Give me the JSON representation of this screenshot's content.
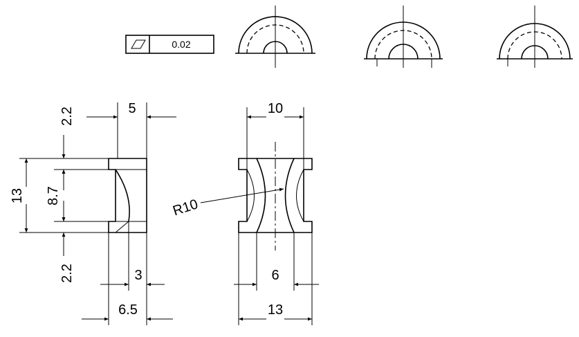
{
  "tolerance_frame": {
    "symbol": "parallelogram (flatness)",
    "value": "0.02"
  },
  "side_view": {
    "dims": {
      "top_gap": "2.2",
      "height": "13",
      "middle": "8.7",
      "bottom_gap": "2.2",
      "top_width": "5",
      "inner_width": "3",
      "bottom_width": "6.5"
    }
  },
  "front_view": {
    "dims": {
      "top_width": "10",
      "radius": "R10",
      "inner_width": "6",
      "overall_width": "13"
    }
  }
}
